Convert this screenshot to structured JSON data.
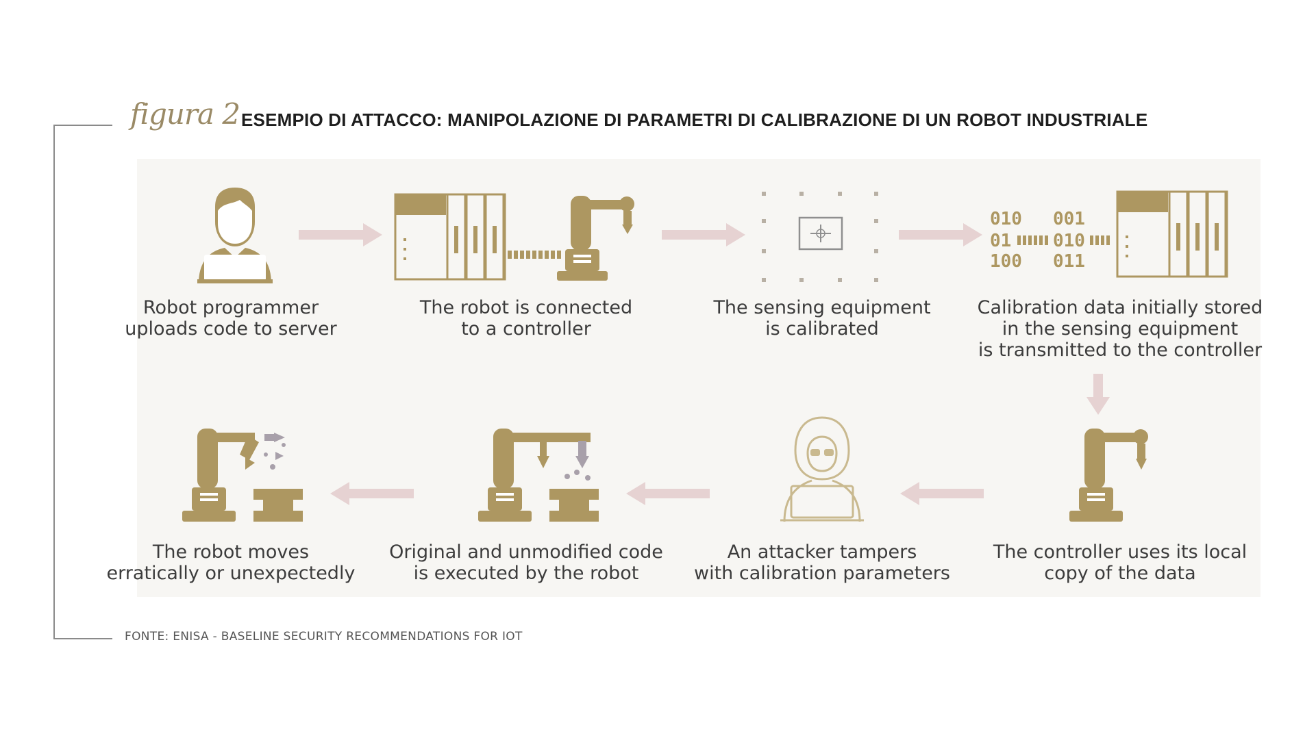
{
  "figure": {
    "label": "figura 2",
    "title": "ESEMPIO DI ATTACCO: MANIPOLAZIONE DI PARAMETRI DI CALIBRAZIONE DI UN ROBOT INDUSTRIALE"
  },
  "steps": [
    {
      "text": "Robot programmer\nuploads code to server",
      "icon": "programmer-laptop-icon"
    },
    {
      "text": "The robot is connected\nto a controller",
      "icon": "controller-robot-arm-icon"
    },
    {
      "text": "The sensing equipment\nis calibrated",
      "icon": "calibration-target-icon"
    },
    {
      "text": "Calibration data initially stored\nin the sensing equipment\nis transmitted to the controller",
      "icon": "data-transfer-controller-icon"
    },
    {
      "text": "The controller uses its local\ncopy of the data",
      "icon": "robot-arm-icon"
    },
    {
      "text": "An attacker tampers\nwith calibration parameters",
      "icon": "hooded-attacker-icon"
    },
    {
      "text": "Original and unmodified code\nis executed by the robot",
      "icon": "robot-arm-work-icon"
    },
    {
      "text": "The robot moves\nerratically or unexpectedly",
      "icon": "robot-arm-erratic-icon"
    }
  ],
  "source": "FONTE: ENISA - BASELINE SECURITY RECOMMENDATIONS FOR IOT",
  "colors": {
    "icon": "#ad9761",
    "icon_light": "#c9b98f",
    "arrow": "#e6d2d2",
    "frame": "#8a8a8a",
    "panel": "#f7f6f3"
  }
}
